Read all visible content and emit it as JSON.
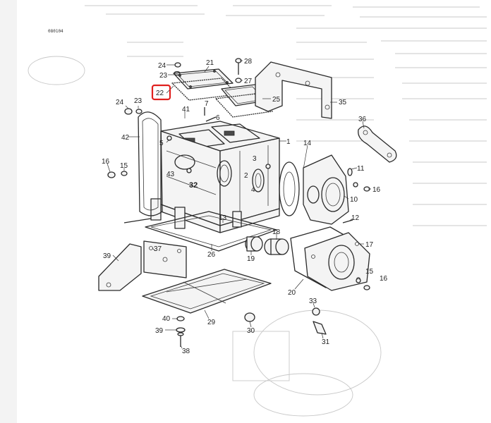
{
  "diagram": {
    "code_label": "080104",
    "highlight": {
      "label": "22",
      "color": "#e0201e"
    },
    "callouts": [
      {
        "id": "c24a",
        "label": "24"
      },
      {
        "id": "c23a",
        "label": "23"
      },
      {
        "id": "c21",
        "label": "21"
      },
      {
        "id": "c28",
        "label": "28"
      },
      {
        "id": "c27",
        "label": "27"
      },
      {
        "id": "c25",
        "label": "25"
      },
      {
        "id": "c35",
        "label": "35"
      },
      {
        "id": "c24b",
        "label": "24"
      },
      {
        "id": "c23b",
        "label": "23"
      },
      {
        "id": "c41",
        "label": "41"
      },
      {
        "id": "c7",
        "label": "7"
      },
      {
        "id": "c6",
        "label": "6"
      },
      {
        "id": "c42",
        "label": "42"
      },
      {
        "id": "c5",
        "label": "5"
      },
      {
        "id": "c36",
        "label": "36"
      },
      {
        "id": "c1",
        "label": "1"
      },
      {
        "id": "c14",
        "label": "14"
      },
      {
        "id": "c16a",
        "label": "16"
      },
      {
        "id": "c15a",
        "label": "15"
      },
      {
        "id": "c43",
        "label": "43"
      },
      {
        "id": "c32",
        "label": "32"
      },
      {
        "id": "c3",
        "label": "3"
      },
      {
        "id": "c2",
        "label": "2"
      },
      {
        "id": "c4",
        "label": "4"
      },
      {
        "id": "c11",
        "label": "11"
      },
      {
        "id": "c16b",
        "label": "16"
      },
      {
        "id": "c10",
        "label": "10"
      },
      {
        "id": "c13",
        "label": "13"
      },
      {
        "id": "c12",
        "label": "12"
      },
      {
        "id": "c18",
        "label": "18"
      },
      {
        "id": "c26",
        "label": "26"
      },
      {
        "id": "c17",
        "label": "17"
      },
      {
        "id": "c39",
        "label": "39"
      },
      {
        "id": "c37",
        "label": "37"
      },
      {
        "id": "c19",
        "label": "19"
      },
      {
        "id": "c15b",
        "label": "15"
      },
      {
        "id": "c16c",
        "label": "16"
      },
      {
        "id": "c20",
        "label": "20"
      },
      {
        "id": "c33",
        "label": "33"
      },
      {
        "id": "c40",
        "label": "40"
      },
      {
        "id": "c29",
        "label": "29"
      },
      {
        "id": "c30",
        "label": "30"
      },
      {
        "id": "c31",
        "label": "31"
      },
      {
        "id": "c39b",
        "label": "39"
      },
      {
        "id": "c38",
        "label": "38"
      }
    ]
  }
}
